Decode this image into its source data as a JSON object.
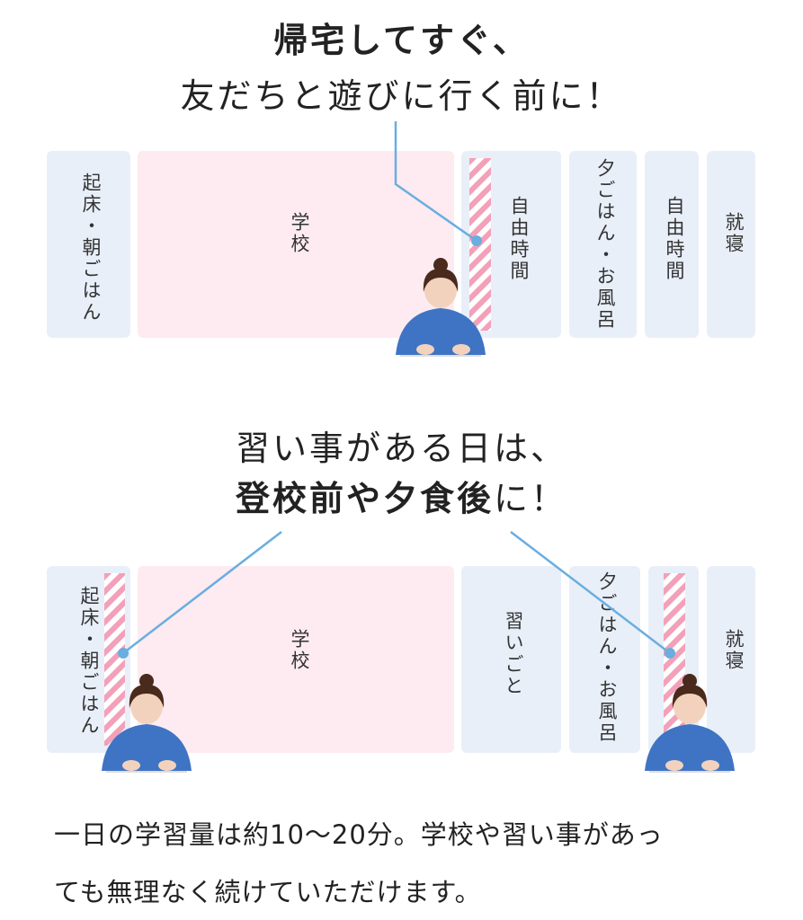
{
  "section1": {
    "title_bold": "帰宅してすぐ、",
    "title_normal": "友だちと遊びに行く前に！",
    "blocks": [
      "起床・朝ごはん",
      "学校",
      "自由時間",
      "夕ごはん・お風呂",
      "自由時間",
      "就寝"
    ]
  },
  "section2": {
    "title_normal": "習い事がある日は、",
    "title_bold": "登校前や夕食後",
    "title_suffix": "に！",
    "blocks": [
      "起床・朝ごはん",
      "学校",
      "習いごと",
      "夕ごはん・お風呂",
      "就寝"
    ]
  },
  "footer": {
    "line1": "一日の学習量は約10〜20分。学校や習い事があっ",
    "line2": "ても無理なく続けていただけます。"
  },
  "colors": {
    "school": "#fdebf1",
    "other": "#e9eff9",
    "stripe": "#f3a0b9",
    "line": "#6aaee0"
  }
}
